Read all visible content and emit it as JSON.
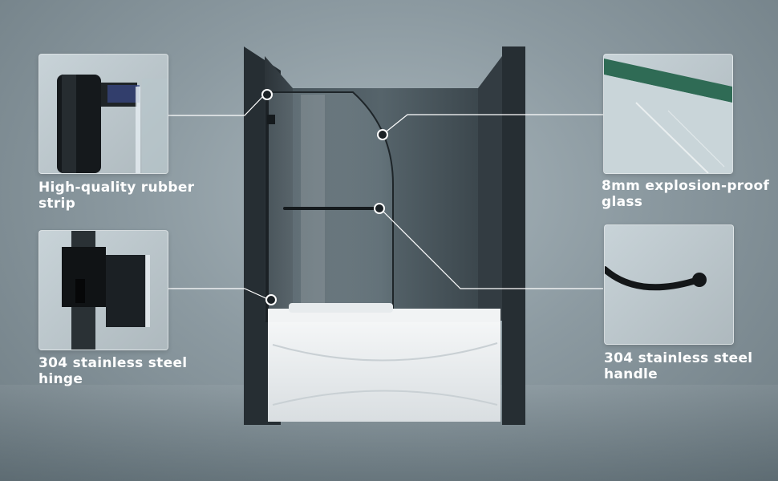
{
  "features": [
    {
      "line1": "High-quality rubber",
      "line2": "strip",
      "icon": "rubber-strip-icon"
    },
    {
      "line1": "304 stainless steel",
      "line2": "hinge",
      "icon": "hinge-icon"
    },
    {
      "line1": "8mm explosion-proof",
      "line2": "glass",
      "icon": "glass-edge-icon"
    },
    {
      "line1": "304 stainless steel",
      "line2": "handle",
      "icon": "handle-icon"
    }
  ],
  "colors": {
    "background": "#8c9aa1",
    "frame": "#2b3338",
    "glass_edge": "#2f6b55",
    "text": "#ffffff"
  }
}
